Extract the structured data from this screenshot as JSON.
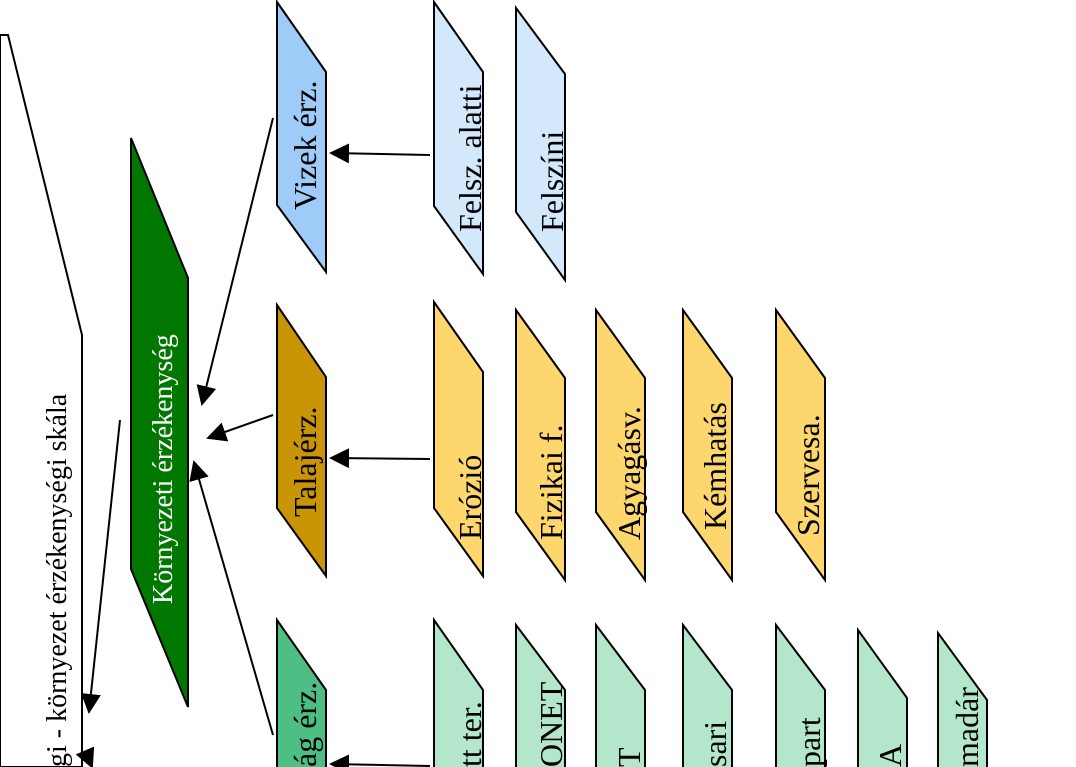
{
  "colors": {
    "water": "#9ecbf7",
    "water_light": "#d4e8fb",
    "soil": "#c99406",
    "soil_light": "#fdd76d",
    "nature": "#4dbf85",
    "nature_light": "#b3e6cb",
    "env": "#007800",
    "stroke": "#000000"
  },
  "scale_label": "gi - környezet érzékenységi skála",
  "env_label": "Környezeti érzékenység",
  "water": {
    "label": "Vizek érz.",
    "items": [
      "Felsz. alatti",
      "Felszíni"
    ]
  },
  "soil": {
    "label": "Talajérz.",
    "items": [
      "Erózió",
      "Fizikai f.",
      "Agyagásv.",
      "Kémhatás",
      "Szervesa."
    ]
  },
  "nature": {
    "label": "ág érz.",
    "items": [
      "tt ter.",
      "ONET",
      "T",
      "sari",
      "part",
      "A",
      "madár"
    ]
  }
}
